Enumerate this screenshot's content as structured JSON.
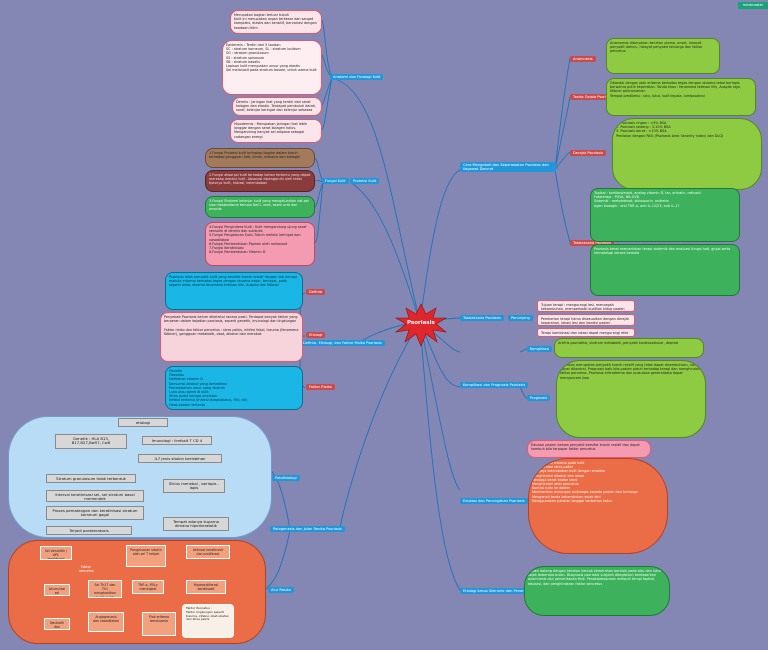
{
  "app_badge": "mindmaster",
  "central_topic": "Psoriasis",
  "colors": {
    "background": "#8487b3",
    "branch_blue": "#2196d8",
    "central_red": "#e0262d",
    "edge": "#1f73b7"
  },
  "branches": {
    "anatomi": "Anatomi dan Fisiologi Kulit",
    "fungsi_kulit": "Fungsi Kulit",
    "proteksi_kulit": "Proteksi Kulit",
    "definisi": "Definisi",
    "etiologi": "Etiologi",
    "faktor_risiko": "Faktor Risiko",
    "definisi_etiologi": "Definisi, Etiologi, dan Faktor Risiko Psoriasis",
    "patofisiologi": "Patofisiologi",
    "patogenesis": "Patogenesis dan Jalan Resiko Psoriasis",
    "alur_resiko": "Alur Resiko",
    "cara_mengobati": "Cara Mengobati dan Keperawatan Psoriasis dan Kegawat Darurat",
    "tatalaksana": "Tatalaksana Psoriasis",
    "komplikasi": "Komplikasi dan Prognosis Psoriasis",
    "komplikasi_sub": "Komplikasi",
    "prognosis_sub": "Prognosis",
    "edukasi": "Edukasi dan Pencegahan Psoriasis",
    "etiologi_kasus": "Etiologi kasus Skenario dan Penanganan Psoriasis",
    "penunjang": "Penunjang",
    "derajat_psoriasis": "Derajat Psoriasis",
    "tanda_gejala": "Tanda Gejala Psoriasis",
    "anamnesis": "Anamnesis",
    "tatalaksana_derajat": "Tatalaksana Psoriasis"
  },
  "notes": {
    "anat1": "Merupakan bagian terluar tubuh\nKulit ini merupakan organ terbesar dan sangat kompleks, elastis dan sensitif, bervariasi dengan keadaan iklim",
    "anat2": "Epidermis : Terdiri dari 5 lapisan\nSC : stratum korneum, SL : stratum lucidum\nSG : stratum granulosum\nSS : stratum spinosum\nSB : stratum basalis\nLapisan kulit merupakan unsur yang elastis\nSel melanosit pada stratum basale, untuk warna kulit",
    "anat3": "Dermis : Jaringan ikat yang terdiri dari serat kolagen dan elastin. Terdapat pembuluh darah, saraf, kelenjar keringat dan kelenjar sebasea",
    "anat4": "Hipodermis : Merupakan jaringan ikat lebih longgar dengan serat kolagen halus. Mengandung banyak sel adiposa sebagai cadangan energi",
    "fungsi1": "1.Fungsi Proteksi kulit terhadap bagian dalam tubuh terhadap gangguan fisik, kimia, mekanis dan biologik",
    "fungsi2": "2.Fungsi absorpsi kulit terhadap bahan tertentu yang dapat meresap melalui kulit. Absorpsi dipengaruhi oleh tebal tipisnya kulit, hidrasi, kelembaban",
    "fungsi3": "3.Fungsi Ekskresi kelenjar kulit yang mengeluarkan zat-zat sisa metabolisme berupa NaCl, urea, asam urat dan amonia",
    "fungsi4": "4.Fungsi Pengindera Kulit : Kulit mengandung ujung saraf sensorik di dermis dan subkutis\n5.Fungsi Pengaturan Suhu Tubuh melalui keringat dan vasodilatasi\n6.Fungsi Pembentukan Pigmen oleh melanosit\n7.Fungsi Keratinisasi\n8.Fungsi Pembentukan Vitamin D",
    "def1": "Psoriasis ialah penyakit kulit yang bersifat kronik residif dengan lesi berupa makula eritema berbatas tegas dengan skuama kasar, berlapis, putih seperti mika, disertai fenomena tetesan lilin, Auspitz dan Köbner",
    "etio1": "Penyebab Psoriasis belum diketahui secara pasti. Terdapat banyak faktor yang berperan dalam kejadian psoriasis, seperti genetik, imunologi dan lingkungan\n\nFaktor risiko dan faktor pencetus : stres psikis, infeksi fokal, trauma (fenomena Köbner), gangguan metabolik, obat, alkohol dan merokok",
    "risk1": "Genetik\nObesitas\nDefisiensi vitamin D\nKonsumsi alkohol yang berlebihan\nPertambahan umur yang ekstrim\nLuka atau gores di kulit\nStres psikis berupa anxietas\nInfeksi tertentu (Infeksi streptokokus, HIV, dll)\nObat-obatan tertentu",
    "alur1": "Pasien berobat dengan keluhan bercak merah bersisik\nPemeriksaan fisik dermatologis\nPenegakan diagnosis dan terapi",
    "cara1": "Anamnesis ditanyakan keluhan utama, onset, riwayat penyakit dahulu, riwayat penyakit keluarga dan faktor pencetus",
    "cara2": "Ditandai dengan plak eritema berbatas tegas dengan skuama tebal berlapis berwarna putih keperakan. Tanda khas : fenomena tetesan lilin, Auspitz sign, Köbner phenomenon\nTempat predileksi : siku, lutut, kulit kepala, lumbosakral",
    "cara3": "1. Psoriasis ringan : <3% BSA\n2. Psoriasis sedang : 3-10% BSA\n3. Psoriasis berat : >10% BSA\nPenilaian dengan PASI (Psoriasis Area Severity Index) dan DLQI",
    "cara4": "Topikal : kortikosteroid, analog vitamin D, tar, antralin, retinoid\nFototerapi : PUVA, NB-UVB\nSistemik : metotreksat, siklosporin, asitretin\nAgen biologik : anti TNF-α, anti IL-12/23, anti IL-17",
    "cara5": "Psoriasis berat memerlukan terapi sistemik dan evaluasi fungsi hati, ginjal serta hematologi secara berkala",
    "tata1": "Tujuan terapi : mengurangi lesi, mencegah kekambuhan, memperbaiki kualitas hidup pasien",
    "tata2": "Pemberian terapi harus disesuaikan dengan derajat keparahan, lokasi lesi dan kondisi pasien",
    "tata3": "Terapi kombinasi dan rotasi dapat mengurangi efek samping",
    "komp1": "Artritis psoriatika, sindrom metabolik, penyakit kardiovaskular, depresi",
    "prog1": "Psoriasis merupakan penyakit kronik residif yang tidak dapat disembuhkan, namun dapat dikontrol. Prognosis baik bila pasien patuh terhadap terapi dan menghindari faktor pencetus. Psoriasis eritroderma dan pustulosa generalisata dapat mengancam jiwa",
    "komp2": "Edukasi pasien bahwa penyakit bersifat kronik residif dan dapat kambuh bila terpapar faktor pencetus",
    "edu1": "Menghindari trauma pada kulit\nMenghindari stres psikis\nMenjaga kelembaban kulit dengan emolien\nMenghindari alkohol dan rokok\nMenjaga berat badan ideal\nMenghindari obat pencetus\nKontrol rutin ke dokter\nMemberikan dukungan psikologis kepada pasien dan keluarga\nMengenali tanda kekambuhan sejak dini\nMenggunakan pakaian longgar berbahan katun",
    "skenario1": "Pasien datang dengan keluhan bercak kemerahan bersisik pada siku dan lutut sejak beberapa bulan. Diagnosis psoriasis vulgaris ditegakkan berdasarkan anamnesis dan pemeriksaan fisik. Penatalaksanaan meliputi terapi topikal, edukasi, dan penghindaran faktor pencetus"
  },
  "patofisiologi": {
    "title": "etiologi",
    "genetik": "Genetik : HLA B13, B17,B27,Bw57, Cw6",
    "imunologi": "Imunologi : limfosit T CD 4",
    "sitokin": "IL7 jenis sitokin berlebihan",
    "stratum": "Stratum granulosum tidak terbentuk",
    "siklus": "Siklus menebal , berlapis - lapis",
    "interval": "Interval keratinisasi sel- sel stratum basal memendek",
    "proses": "Proses pematangan dan keratinisasi stratum korneum gagal",
    "tempat": "Tempat adanya kuparna dimana hiperkeratotik",
    "terjadi": "Terjadi parakeratosis"
  },
  "patogenesis": {
    "box1": "Sel dendritik / APC teraktivasi",
    "box2": "Pengeluaran sitokin oleh sel T helper",
    "box3": "Aktivasi keratinosit dan proliferasi",
    "box4": "Faktor pencetus",
    "box5": "Sel Th17 dan Th1 menghasilkan IL-17, IL-22",
    "box6": "TNF-α, IFN-γ meningkat",
    "box7": "Hiperproliferasi keratinosit",
    "box8": "Akumulasi sel",
    "box9": "Neutrofil dan limfosit infiltrasi",
    "box10": "Angiogenesis dan vasodilatasi",
    "box11": "Plak eritema berskuama",
    "faktor_note": "Faktor Pencetus :\nFaktor lingkungan seperti trauma, infeksi, obat-obatan dan stres psikis"
  }
}
